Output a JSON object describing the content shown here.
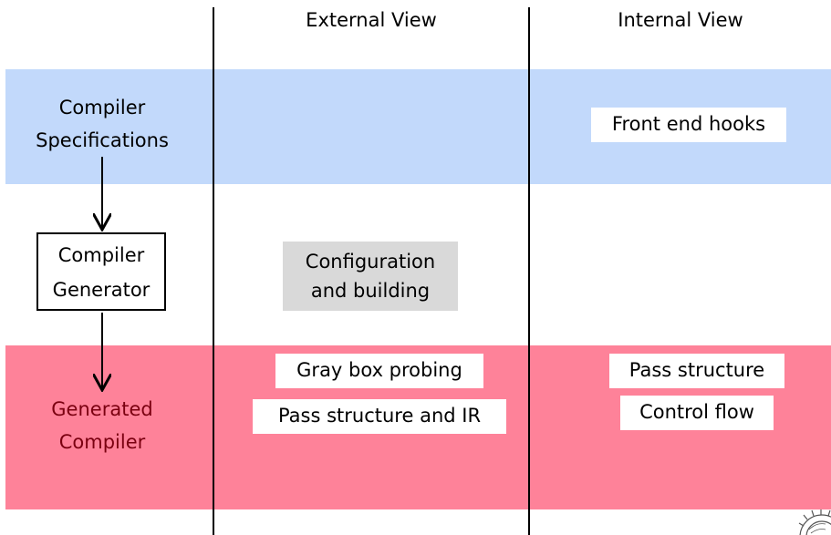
{
  "columns": {
    "external": "External View",
    "internal": "Internal View"
  },
  "rows": {
    "spec": {
      "line1": "Compiler",
      "line2": "Specifications"
    },
    "generator": {
      "line1": "Compiler",
      "line2": "Generator"
    },
    "generated": {
      "line1": "Generated",
      "line2": "Compiler"
    }
  },
  "boxes": {
    "front_end_hooks": "Front end hooks",
    "config_line1": "Configuration",
    "config_line2": "and building",
    "gray_box_probing": "Gray box probing",
    "pass_structure_ir": "Pass structure and IR",
    "pass_structure": "Pass structure",
    "control_flow": "Control flow"
  },
  "colors": {
    "spec_band": "#c2d9fb",
    "generated_band": "#fe8299",
    "config_box": "#d9d9d9",
    "generated_text": "#7a0010"
  },
  "icons": {
    "corner_logo": "gear-seal-icon"
  }
}
